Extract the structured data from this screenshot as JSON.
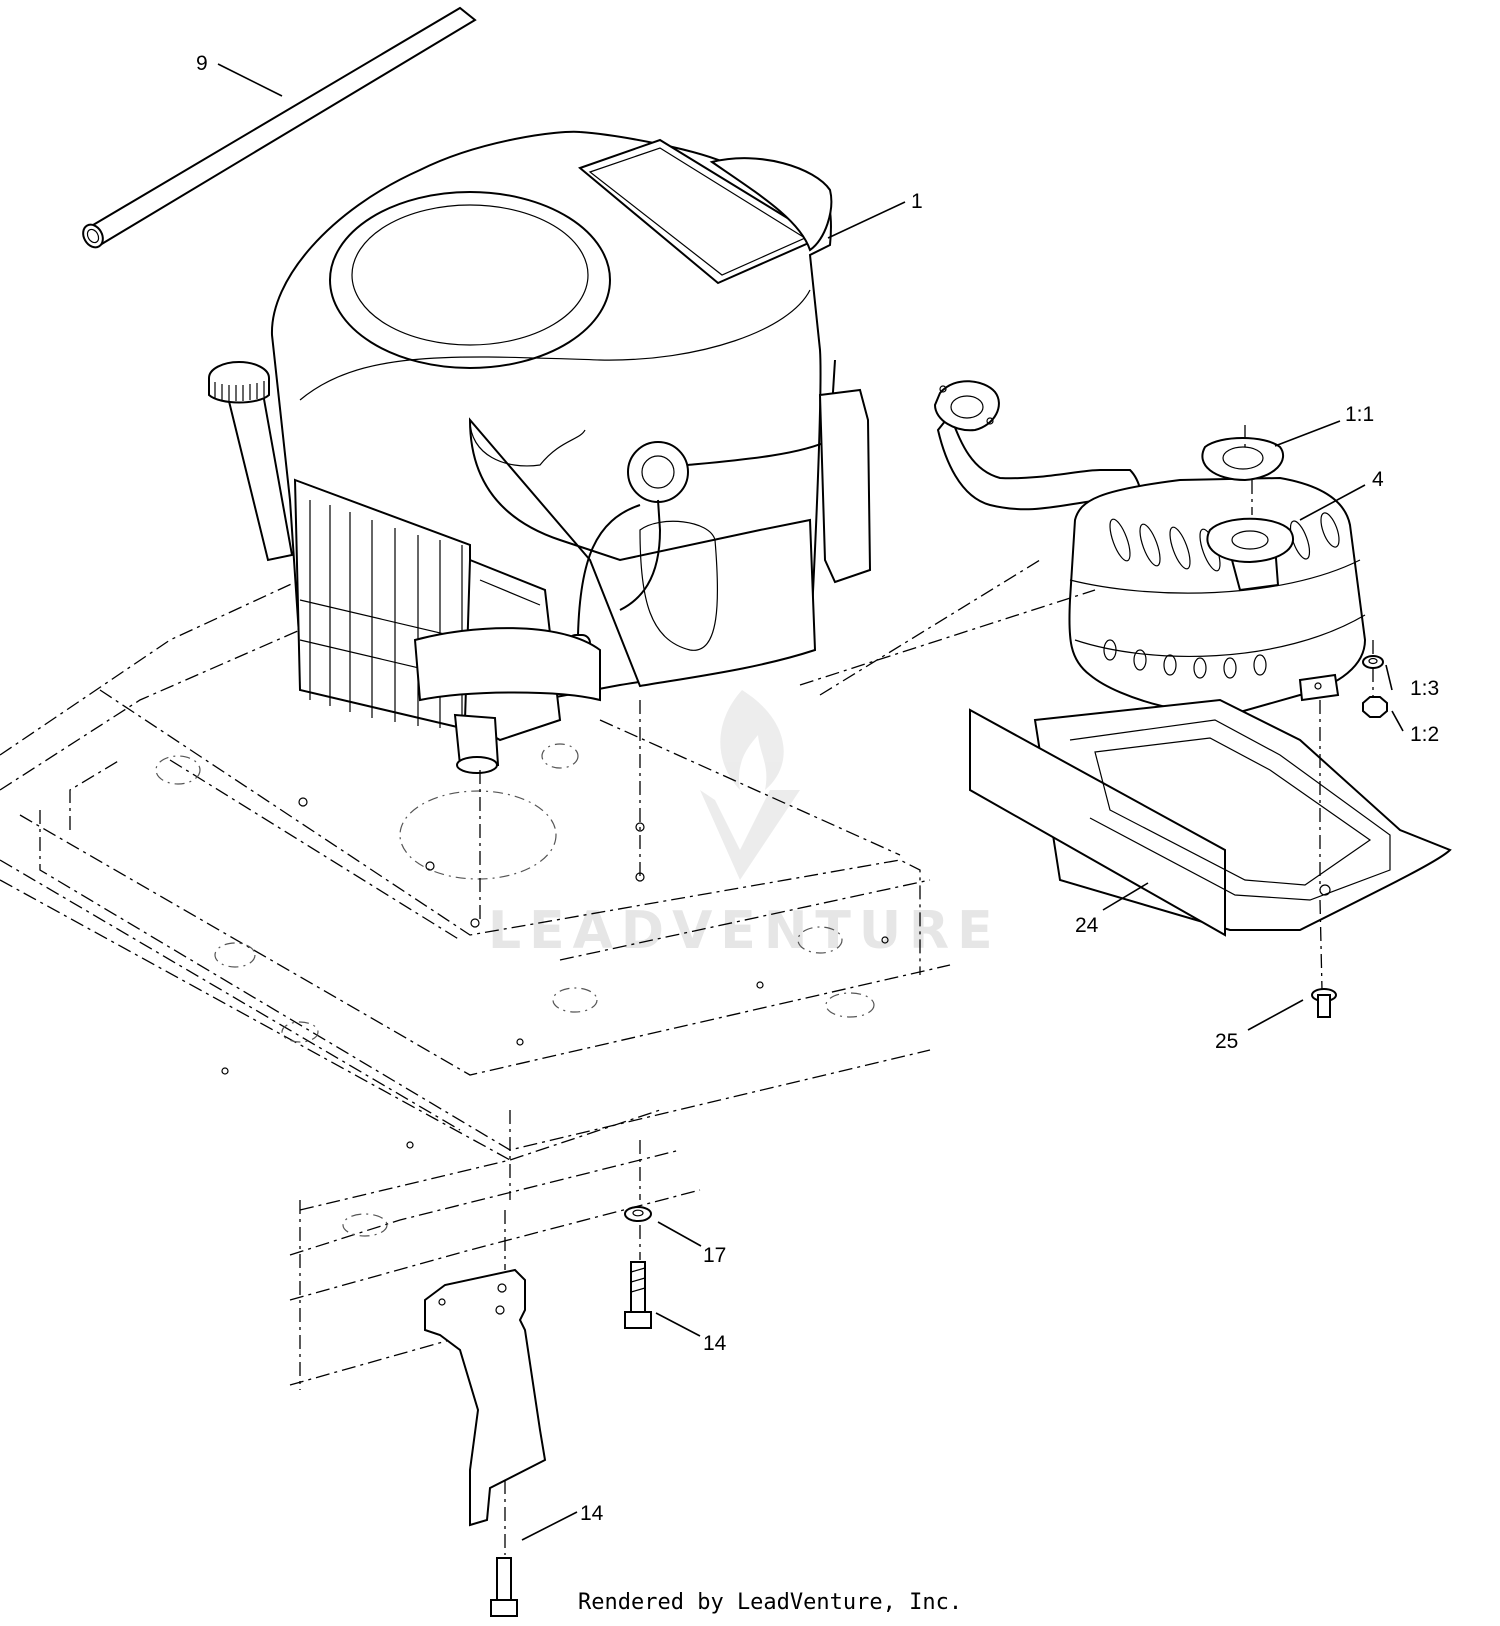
{
  "callouts": {
    "c9": "9",
    "c1": "1",
    "c1_1": "1:1",
    "c4": "4",
    "c1_3": "1:3",
    "c1_2": "1:2",
    "c24": "24",
    "c25": "25",
    "c17": "17",
    "c14a": "14",
    "c14b": "14"
  },
  "watermark": {
    "text": "LEADVENTURE"
  },
  "footer": {
    "credit": "Rendered by LeadVenture, Inc."
  }
}
